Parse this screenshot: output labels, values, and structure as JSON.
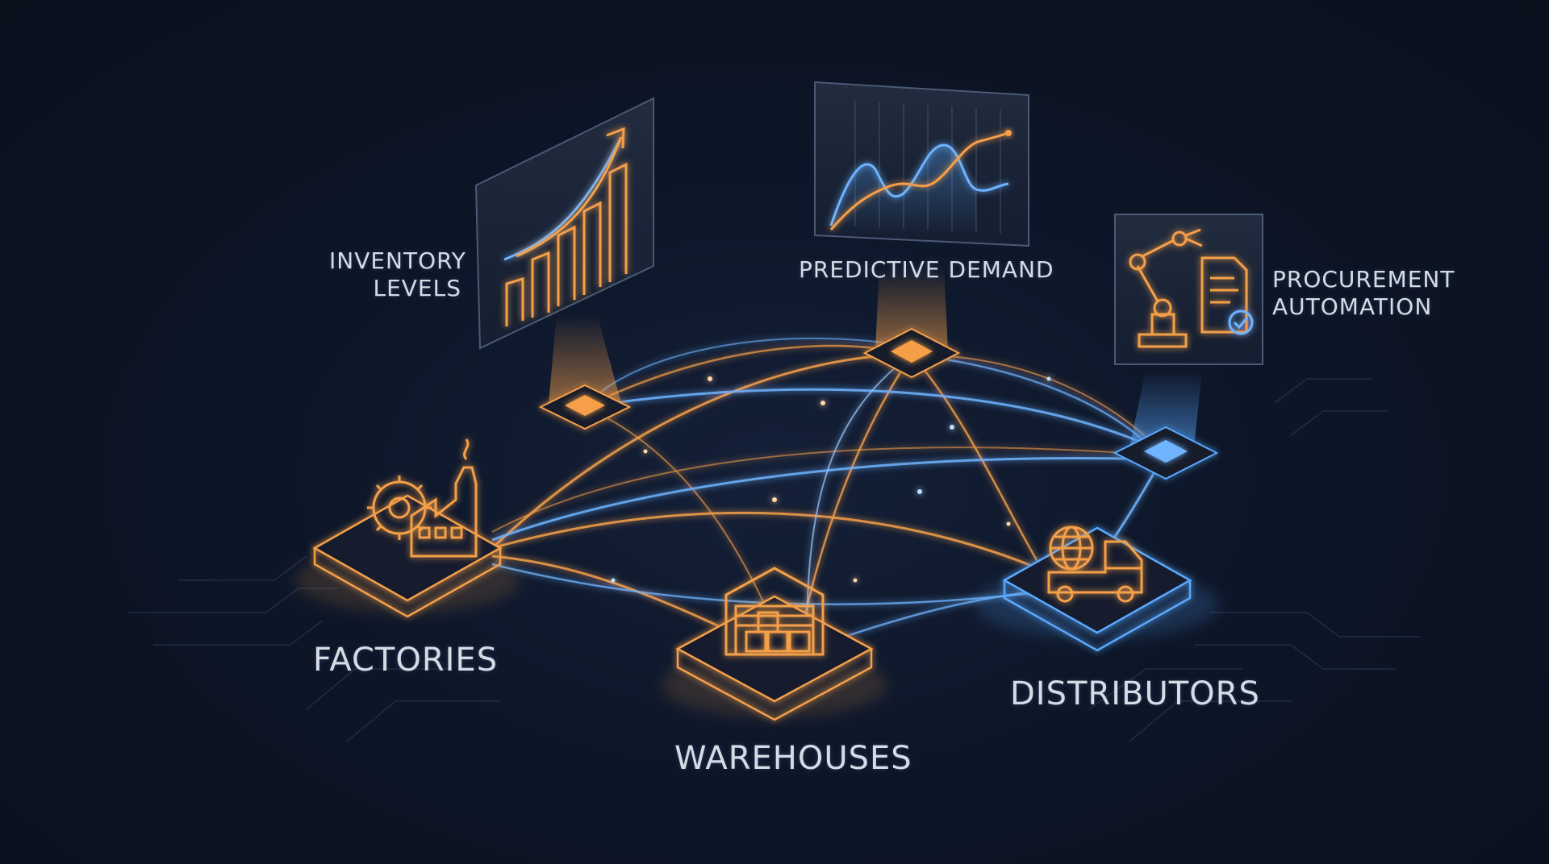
{
  "labels": {
    "factories": "FACTORIES",
    "warehouses": "WAREHOUSES",
    "distributors": "DISTRIBUTORS",
    "inventory_line1": "INVENTORY",
    "inventory_line2": "LEVELS",
    "predictive_demand": "PREDICTIVE DEMAND",
    "procurement_line1": "PROCUREMENT",
    "procurement_line2": "AUTOMATION"
  },
  "colors": {
    "background": "#0b1220",
    "orange": "#f5a04a",
    "blue": "#5aa9ff",
    "text": "#d6dbe4"
  },
  "icons": {
    "factories": "factory-gear-icon",
    "warehouses": "warehouse-boxes-icon",
    "distributors": "globe-truck-icon",
    "inventory_levels": "bar-chart-arrow-icon",
    "predictive_demand": "line-chart-icon",
    "procurement_automation": "robot-arm-document-icon"
  }
}
